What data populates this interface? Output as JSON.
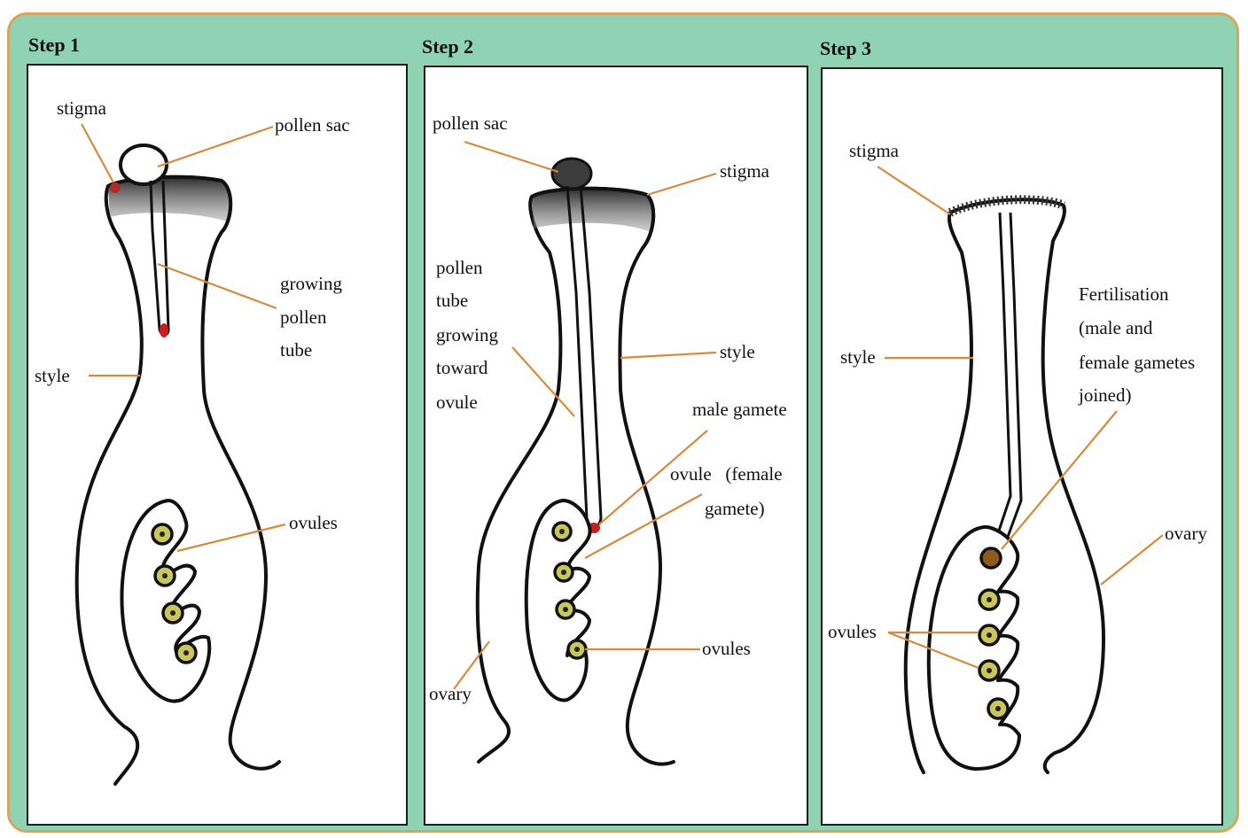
{
  "steps": [
    {
      "title": "Step 1",
      "labels": {
        "stigma": "stigma",
        "pollen_sac": "pollen sac",
        "growing_pollen_tube": [
          "growing",
          "pollen",
          "tube"
        ],
        "style": "style",
        "ovules": "ovules"
      }
    },
    {
      "title": "Step 2",
      "labels": {
        "pollen_sac": "pollen sac",
        "stigma": "stigma",
        "pollen_tube_growing": [
          "pollen",
          "tube",
          "growing",
          "toward",
          "ovule"
        ],
        "style": "style",
        "male_gamete": "male gamete",
        "ovule_female_gamete": [
          "ovule   (female",
          "gamete)"
        ],
        "ovules": "ovules",
        "ovary": "ovary"
      }
    },
    {
      "title": "Step 3",
      "labels": {
        "stigma": "stigma",
        "style": "style",
        "fertilisation": [
          "Fertilisation",
          "(male and",
          "female gametes",
          "joined)"
        ],
        "ovary": "ovary",
        "ovules": "ovules"
      }
    }
  ],
  "colors": {
    "frame_background": "#8fd3b4",
    "frame_border": "#d9a55b",
    "leader_lines": "#d58a3e",
    "pistil_fill": "#d2efec",
    "stigma": "#3c3c3c",
    "ovule": "#c9c75a",
    "male_gamete": "#c81e1e"
  }
}
